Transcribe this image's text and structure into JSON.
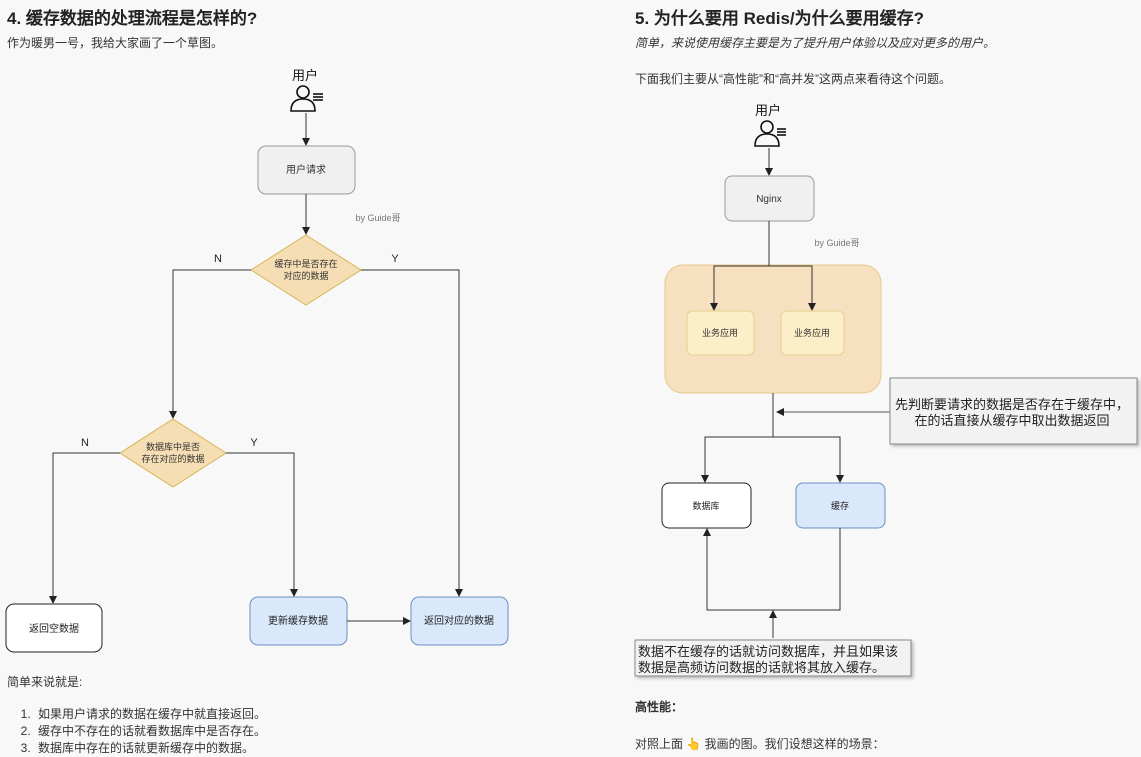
{
  "left": {
    "heading": "4. 缓存数据的处理流程是怎样的?",
    "intro": "作为暖男一号，我给大家画了一个草图。",
    "diagram": {
      "user_label": "用户",
      "request_box": "用户请求",
      "credit": "by Guide哥",
      "decision_cache_line1": "缓存中是否存在",
      "decision_cache_line2": "对应的数据",
      "decision_db_line1": "数据库中是否",
      "decision_db_line2": "存在对应的数据",
      "branch_no": "N",
      "branch_yes": "Y",
      "return_empty": "返回空数据",
      "update_cache": "更新缓存数据",
      "return_data": "返回对应的数据"
    },
    "summary_intro": "简单来说就是:",
    "summary_items": [
      "如果用户请求的数据在缓存中就直接返回。",
      "缓存中不存在的话就看数据库中是否存在。",
      "数据库中存在的话就更新缓存中的数据。"
    ]
  },
  "right": {
    "heading": "5. 为什么要用 Redis/为什么要用缓存?",
    "intro_italic": "简单，来说使用缓存主要是为了提升用户体验以及应对更多的用户。",
    "intro2": "下面我们主要从“高性能”和“高并发”这两点来看待这个问题。",
    "diagram": {
      "user_label": "用户",
      "nginx_box": "Nginx",
      "credit": "by Guide哥",
      "app_box_1": "业务应用",
      "app_box_2": "业务应用",
      "note_cache_line1": "先判断要请求的数据是否存在于缓存中，",
      "note_cache_line2": "在的话直接从缓存中取出数据返回",
      "db_box": "数据库",
      "cache_box": "缓存",
      "note_db_line1": "数据不在缓存的话就访问数据库，并且如果该",
      "note_db_line2": "数据是高频访问数据的话就将其放入缓存。"
    },
    "high_perf_label": "高性能：",
    "scenario_prefix": "对照上面",
    "scenario_emoji": "👆",
    "scenario_suffix": "我画的图。我们设想这样的场景："
  },
  "colors": {
    "gray_box": "#f0f0f0",
    "decision_fill": "#f5deb3",
    "decision_stroke": "#d6b656",
    "blue_box": "#dae8fc",
    "blue_stroke": "#6c8ebf",
    "group_fill": "#f6e0c0",
    "app_fill": "#fcefc8"
  }
}
